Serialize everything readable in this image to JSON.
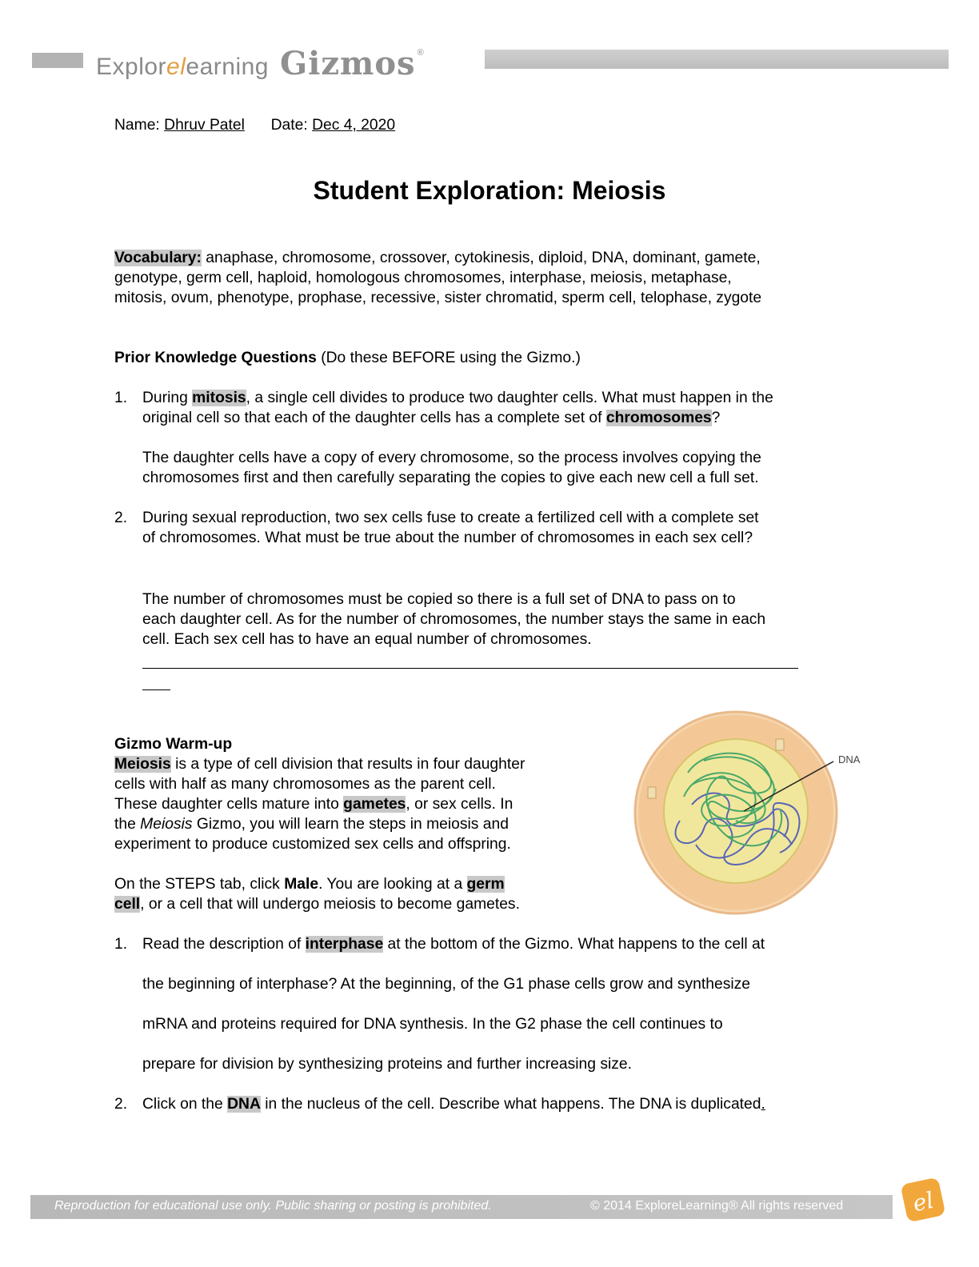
{
  "header": {
    "brand_explore": "Explor",
    "brand_el": "el",
    "brand_earning": "earning",
    "brand_gizmos": "Gizmos",
    "registered": "®"
  },
  "meta": {
    "name_label": "Name:",
    "name_value": "Dhruv Patel",
    "date_label": "Date:",
    "date_value": "Dec 4, 2020"
  },
  "title": "Student Exploration: Meiosis",
  "vocabulary": {
    "label": "Vocabulary:",
    "lines": [
      "anaphase, chromosome, crossover, cytokinesis, diploid, DNA, dominant, gamete,",
      "genotype, germ cell, haploid, homologous chromosomes, interphase, meiosis, metaphase,",
      "mitosis, ovum, phenotype, prophase, recessive, sister chromatid, sperm cell, telophase, zygote"
    ]
  },
  "prior": {
    "heading": "Prior Knowledge Questions",
    "heading_note": "(Do these BEFORE using the Gizmo.)",
    "q1": {
      "num": "1.",
      "pre": "During ",
      "term": "mitosis",
      "post": ", a single cell divides to produce two daughter cells. What must happen in the",
      "line2_pre": "original cell so that each of the daughter cells has a complete set of ",
      "term2": "chromosomes",
      "line2_post": "?",
      "answer": [
        "The daughter cells have a copy of every chromosome, so the process involves copying the",
        "chromosomes first and then carefully separating the copies to give each new cell a full set."
      ]
    },
    "q2": {
      "num": "2.",
      "lines": [
        "During sexual reproduction, two sex cells fuse to create a fertilized cell with a complete set",
        "of chromosomes. What must be true about the number of chromosomes in each sex cell?"
      ],
      "answer": [
        "The number of chromosomes must be copied so there is a full set of DNA to pass on to",
        "each daughter cell. As for the number of chromosomes, the number stays the same in each",
        "cell. Each sex cell has to have an equal number of chromosomes."
      ]
    }
  },
  "warmup": {
    "heading": "Gizmo Warm-up",
    "p1": {
      "term": "Meiosis",
      "l1": " is a type of cell division that results in four daughter",
      "l2": "cells with half as many chromosomes as the parent cell.",
      "l3_pre": "These daughter cells mature into ",
      "term2": "gametes",
      "l3_post": ", or sex cells. In",
      "l4_pre": "the ",
      "l4_italic": "Meiosis",
      "l4_post": " Gizmo, you will learn the steps in meiosis and",
      "l5": "experiment to produce customized sex cells and offspring."
    },
    "p2": {
      "l1_pre": "On the STEPS tab, click ",
      "l1_bold": "Male",
      "l1_post": ". You are looking at a ",
      "term_a": "germ ",
      "term_b": "cell",
      "l2_post": ", or a cell that will undergo meiosis to become gametes."
    },
    "figure_label": "DNA",
    "q1": {
      "num": "1.",
      "pre": "Read the description of ",
      "term": "interphase",
      "post": " at the bottom of the Gizmo. What happens to the cell at",
      "answer": [
        "the beginning of interphase? At the beginning, of the G1 phase cells grow and synthesize",
        "mRNA and proteins required for DNA synthesis. In the G2 phase the cell continues to",
        "prepare for division by synthesizing proteins and further increasing size."
      ]
    },
    "q2": {
      "num": "2.",
      "pre": "Click on the ",
      "term": "DNA",
      "post": " in the nucleus of the cell. Describe what happens. The DNA is duplicated",
      "tail": "."
    }
  },
  "footer": {
    "left": "Reproduction for educational use only. Public sharing or posting is prohibited.",
    "right": "© 2014 ExploreLearning® All rights reserved"
  },
  "colors": {
    "highlight": "#c8c8c8",
    "header_gray": "#8a8a8a",
    "badge_orange": "#f2a73b",
    "cell_outer": "#f6d7b0",
    "cell_nucleus": "#f1e79c",
    "dna_green": "#49a86a",
    "dna_blue": "#5965b5"
  }
}
